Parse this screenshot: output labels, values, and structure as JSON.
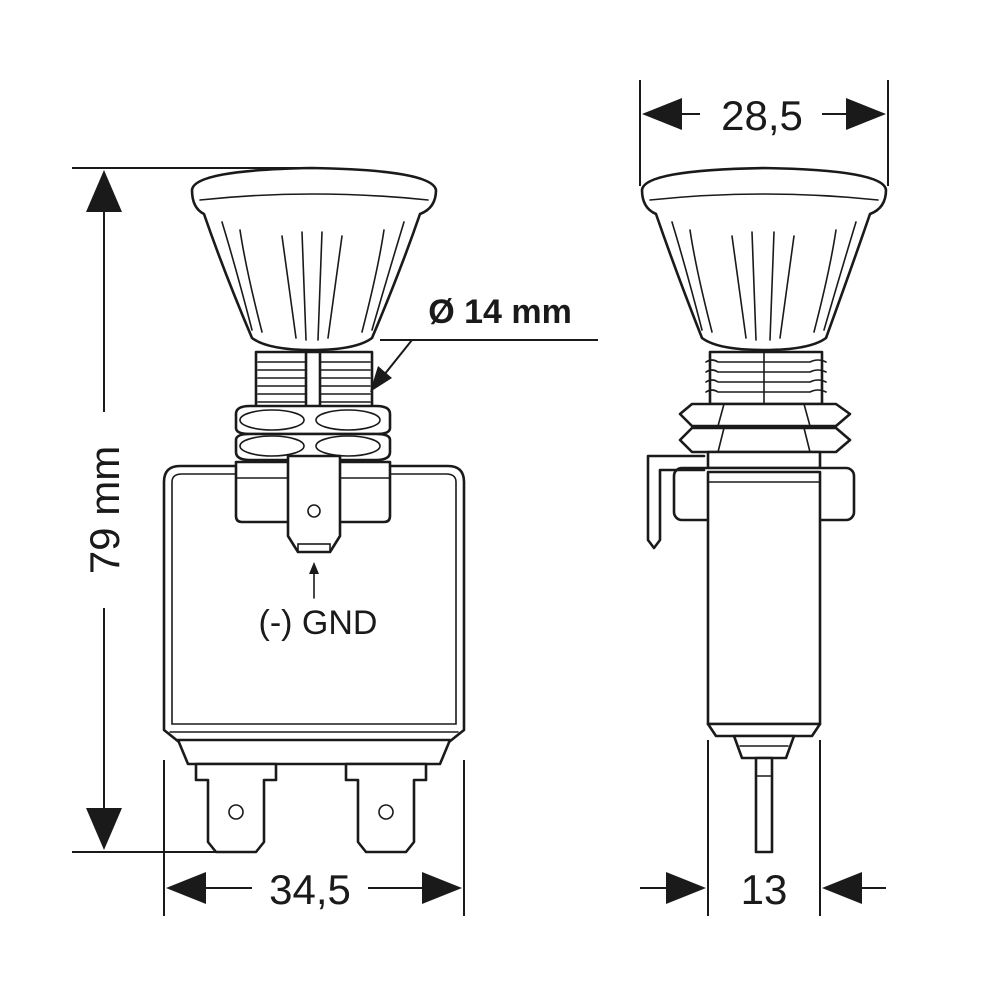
{
  "dimensions": {
    "height": "79 mm",
    "front_width": "34,5",
    "knob_diameter": "28,5",
    "side_depth": "13",
    "thread_diameter": "Ø 14 mm"
  },
  "annotations": {
    "ground_terminal": "(-) GND"
  }
}
